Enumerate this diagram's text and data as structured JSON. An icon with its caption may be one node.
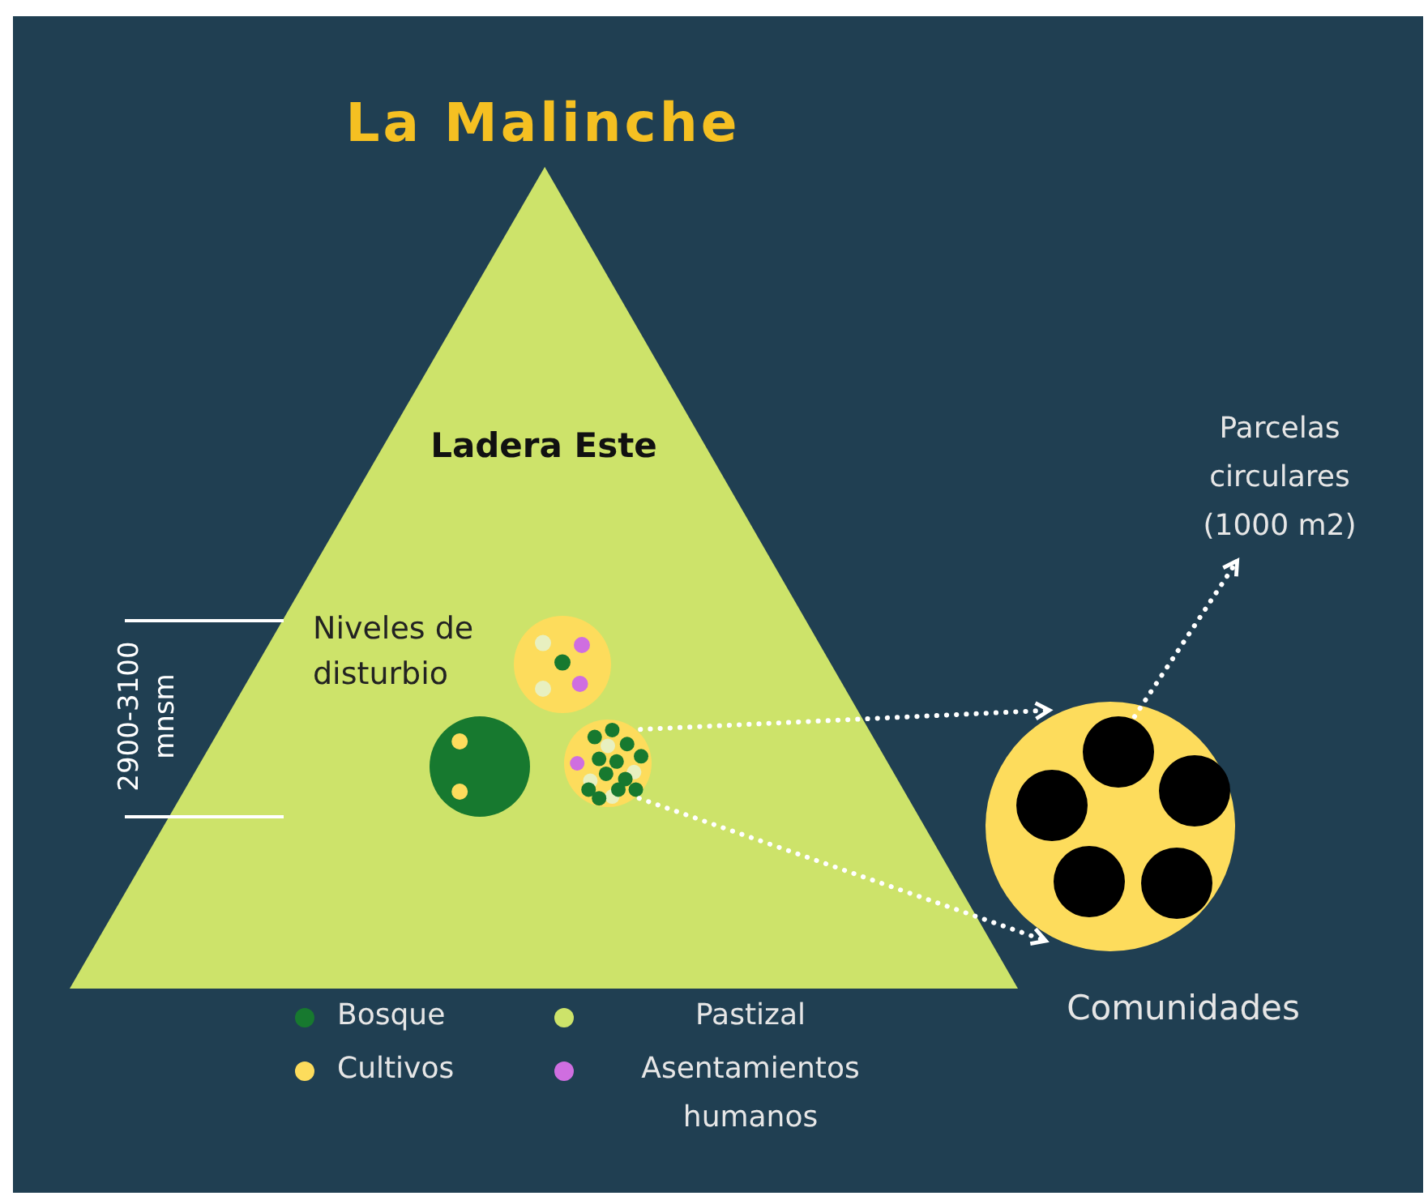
{
  "diagram": {
    "title": "La Malinche",
    "nodes": [
      {
        "text": [
          "Ladera Este"
        ]
      },
      {
        "text": [],
        "shape": "circle",
        "in": 0
      },
      {
        "text": [],
        "shape": "circle",
        "in": 0
      },
      {
        "text": [],
        "shape": "circle",
        "in": 0
      },
      {
        "text": [
          "Parcelas circulares (1000 m2)"
        ]
      },
      {
        "text": [],
        "shape": "circle",
        "beside": [
          "Comunidades"
        ]
      },
      {
        "text": [],
        "shape": "circle",
        "in": 5
      },
      {
        "text": [],
        "shape": "circle",
        "in": 5
      },
      {
        "text": [],
        "shape": "circle",
        "in": 5
      },
      {
        "text": [],
        "shape": "circle",
        "in": 5
      },
      {
        "text": [],
        "shape": "circle",
        "in": 5
      }
    ],
    "edges": [
      {
        "from": 3,
        "to": 5,
        "arrow": "to",
        "style": "dashed"
      },
      {
        "from": 3,
        "to": 5,
        "arrow": "to",
        "style": "dashed"
      },
      {
        "from": 6,
        "to": 4,
        "arrow": "to",
        "style": "dashed"
      }
    ],
    "labels": [
      "Niveles de disturbio",
      "2900-3100 mnsm"
    ],
    "legend": [
      {
        "text": "Bosque",
        "color": "#17792f"
      },
      {
        "text": "Pastizal",
        "color": "#cde36a"
      },
      {
        "text": "Cultivos",
        "color": "#fddc5c"
      },
      {
        "text": "Asentamientos humanos",
        "color": "#cf6ee0"
      }
    ]
  }
}
